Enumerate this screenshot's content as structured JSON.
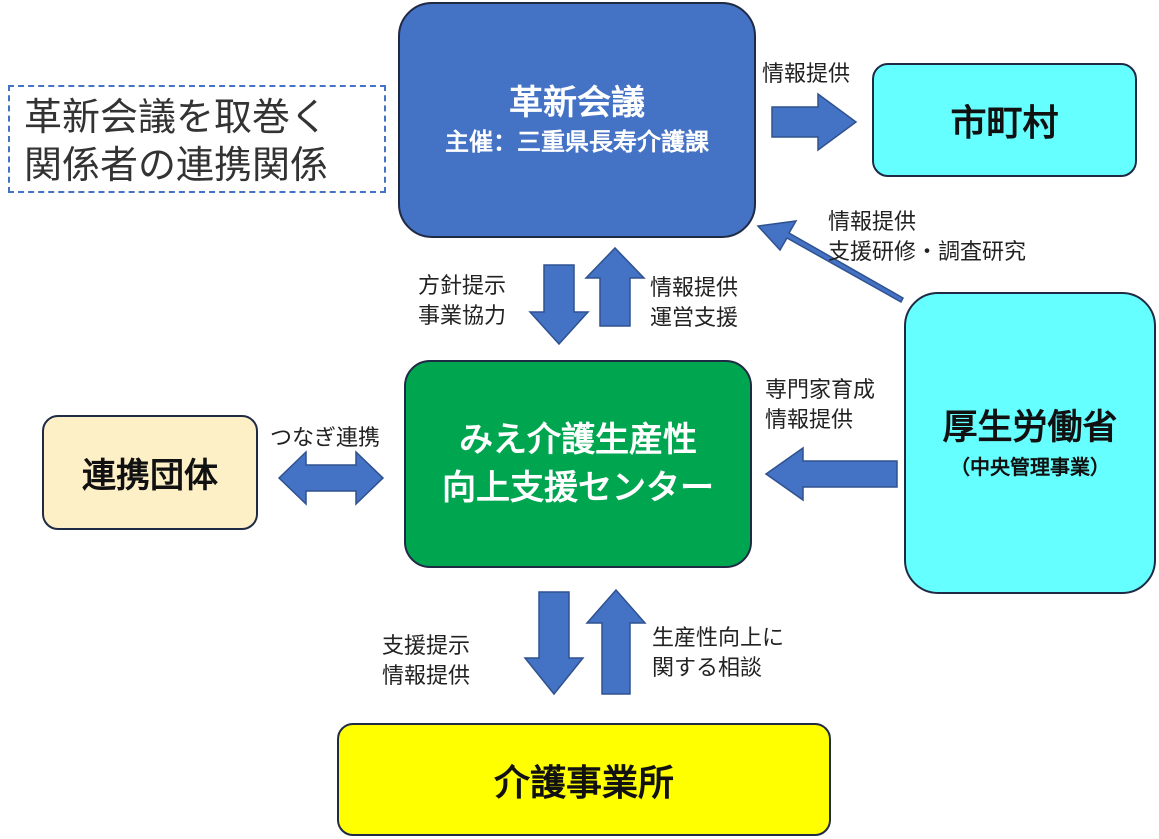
{
  "diagram": {
    "caption": {
      "line1": "革新会議を取巻く",
      "line2": "関係者の連携関係"
    },
    "nodes": {
      "council": {
        "title": "革新会議",
        "subtitle": "主催：三重県長寿介護課"
      },
      "municipality": {
        "title": "市町村"
      },
      "center": {
        "line1": "みえ介護生産性",
        "line2": "向上支援センター"
      },
      "partner": {
        "title": "連携団体"
      },
      "ministry": {
        "title": "厚生労働省",
        "subtitle": "（中央管理事業）"
      },
      "provider": {
        "title": "介護事業所"
      }
    },
    "edges": {
      "council_to_municipality": {
        "line1": "情報提供"
      },
      "ministry_to_council": {
        "line1": "情報提供",
        "line2": "支援研修・調査研究"
      },
      "council_to_center": {
        "line1": "方針提示",
        "line2": "事業協力"
      },
      "center_to_council": {
        "line1": "情報提供",
        "line2": "運営支援"
      },
      "ministry_to_center": {
        "line1": "専門家育成",
        "line2": "情報提供"
      },
      "partner_center": {
        "line1": "つなぎ連携"
      },
      "center_to_provider": {
        "line1": "支援提示",
        "line2": "情報提供"
      },
      "provider_to_center": {
        "line1": "生産性向上に",
        "line2": "関する相談"
      }
    },
    "colors": {
      "council": "#4472c4",
      "municipality": "#66ffff",
      "center": "#00a550",
      "partner": "#fdefc6",
      "ministry": "#66ffff",
      "provider": "#ffff00",
      "arrow_fill": "#4472c4",
      "arrow_stroke": "#2f528f",
      "caption_border": "#4472c4"
    }
  }
}
